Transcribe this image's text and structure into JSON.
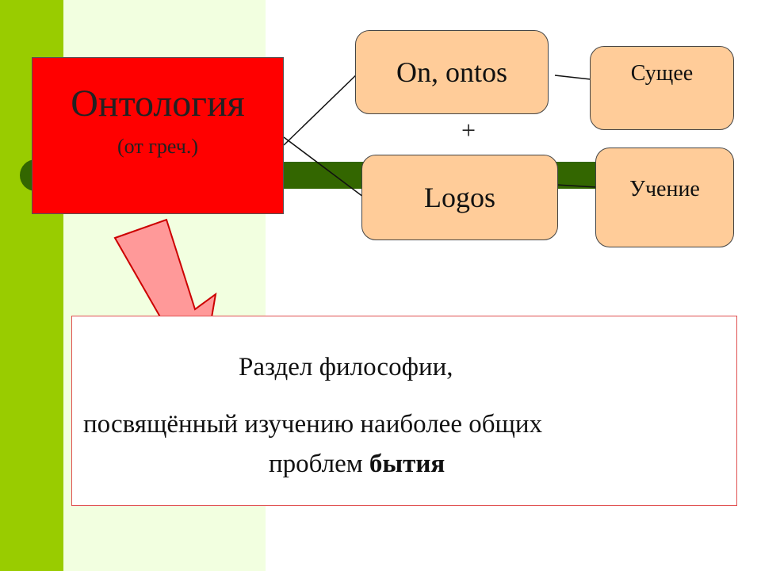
{
  "colors": {
    "sidebar": "#99cc00",
    "sidebar_light": "#f2ffe0",
    "bar": "#336600",
    "main_box": "#ff0000",
    "node_fill": "#ffcc99",
    "arrow_fill": "#ff9999",
    "arrow_stroke": "#cc0000",
    "definition_border": "#e05050"
  },
  "main": {
    "title": "Онтология",
    "subtitle": "(от греч.)"
  },
  "nodes": {
    "on_ontos": "On, ontos",
    "plus": "+",
    "logos": "Logos",
    "sushchee": "Сущее",
    "uchenie": "Учение"
  },
  "definition": {
    "line1": "Раздел философии,",
    "line2": "посвящённый изучению наиболее общих",
    "line3_prefix": "проблем ",
    "line3_bold": "бытия"
  }
}
